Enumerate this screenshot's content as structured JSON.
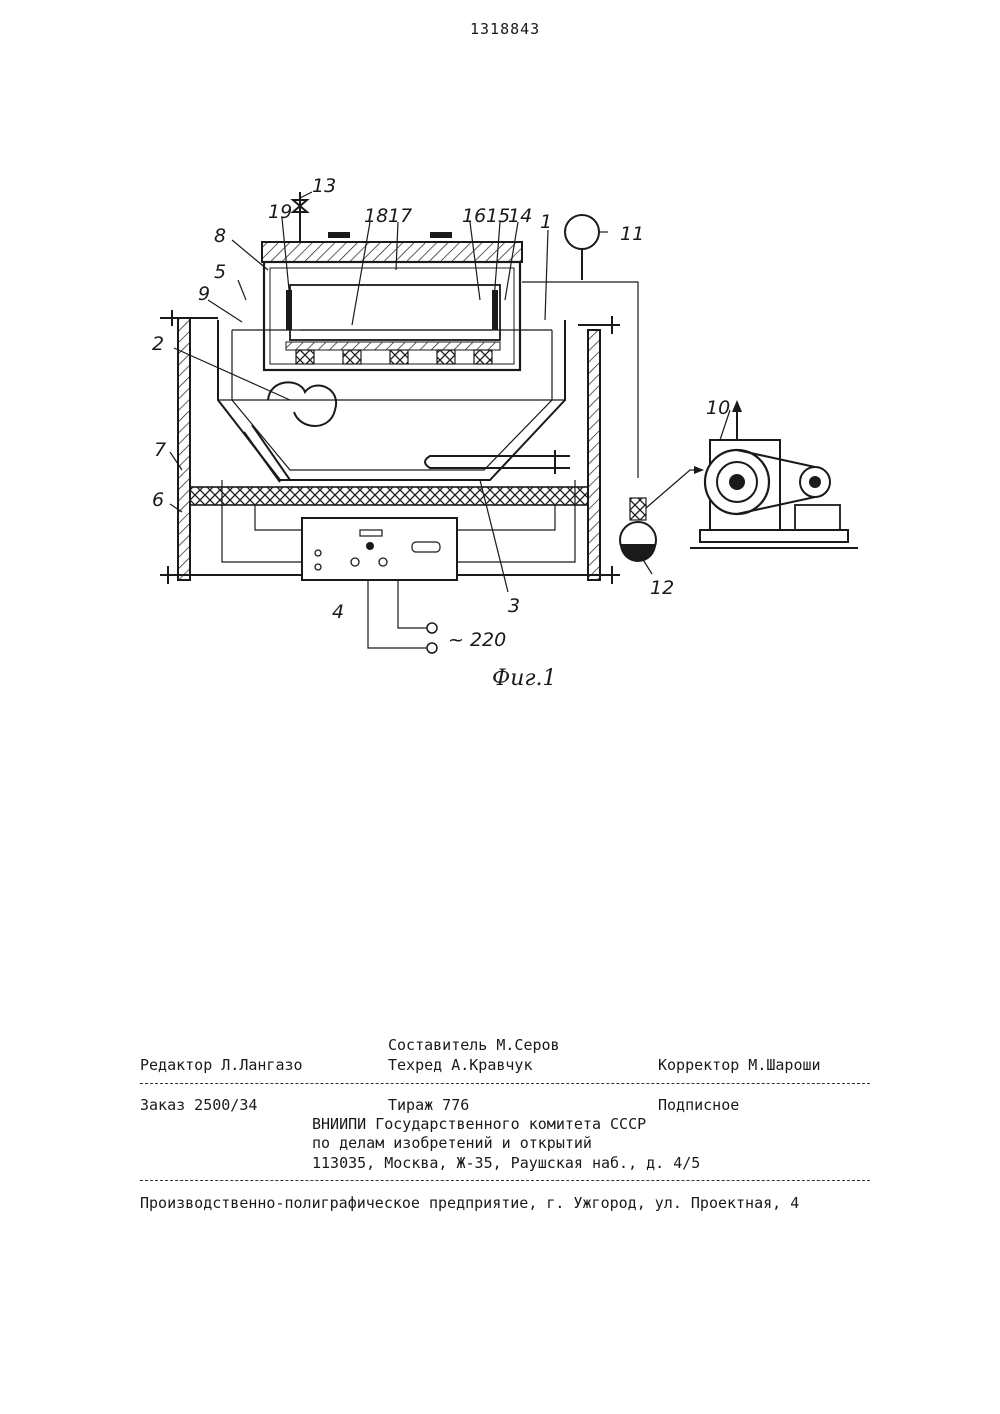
{
  "header": {
    "patent_number": "1318843"
  },
  "figure": {
    "caption": "Фиг.1",
    "labels": [
      "1",
      "2",
      "3",
      "4",
      "5",
      "6",
      "7",
      "8",
      "9",
      "10",
      "11",
      "12",
      "13",
      "14",
      "15",
      "16",
      "17",
      "18",
      "19"
    ],
    "voltage_label": "~ 220"
  },
  "imprint": {
    "compiler": "Составитель М.Серов",
    "editor": "Редактор Л.Лангазо",
    "techred": "Техред А.Кравчук",
    "corrector": "Корректор М.Шароши",
    "order": "Заказ 2500/34",
    "circulation": "Тираж 776",
    "subscription": "Подписное",
    "org_line1": "ВНИИПИ Государственного комитета СССР",
    "org_line2": "по делам изобретений и открытий",
    "org_address": "113035, Москва, Ж-35, Раушская наб., д. 4/5",
    "printer": "Производственно-полиграфическое предприятие, г. Ужгород, ул. Проектная, 4"
  }
}
